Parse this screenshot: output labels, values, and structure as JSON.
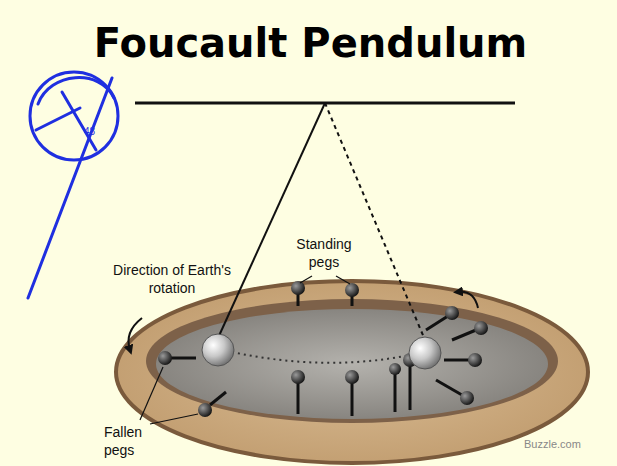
{
  "diagram": {
    "title": "Foucault Pendulum",
    "labels": [
      "48",
      "Standing pegs",
      "Direction of Earth's rotation",
      "Fallen pegs",
      "Buzzle.com"
    ]
  }
}
